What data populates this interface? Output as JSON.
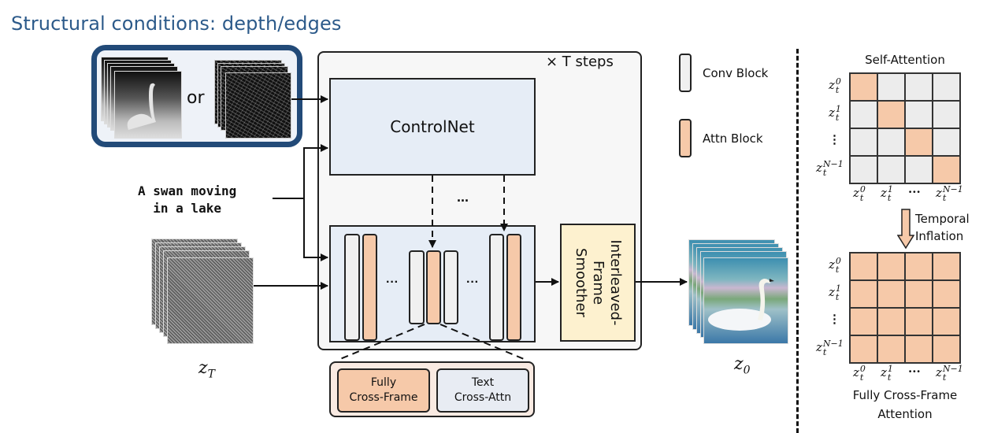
{
  "title": "Structural conditions: depth/edges",
  "conditions": {
    "or_label": "or",
    "depth_icon": "depth-map-stack",
    "edge_icon": "edge-map-stack"
  },
  "prompt": {
    "line1": "A swan moving",
    "line2": "in a lake"
  },
  "noise": {
    "label": "z",
    "subscript": "T"
  },
  "output": {
    "label": "z",
    "subscript": "0"
  },
  "main": {
    "steps_label": "× T  steps",
    "controlnet_label": "ControlNet",
    "dots": "...",
    "unet_dots_1": "···",
    "unet_dots_2": "···",
    "smoother_line1": "Interleaved-",
    "smoother_line2": "Frame",
    "smoother_line3": "Smoother"
  },
  "detail": {
    "left_line1": "Fully",
    "left_line2": "Cross-Frame",
    "right_line1": "Text",
    "right_line2": "Cross-Attn"
  },
  "legend": {
    "conv_label": "Conv Block",
    "attn_label": "Attn Block",
    "conv_color": "#f0f0f0",
    "attn_color": "#f6c9a9"
  },
  "self_attention": {
    "title": "Self-Attention",
    "row_labels": [
      {
        "base": "z",
        "sub": "t",
        "sup": "0"
      },
      {
        "base": "z",
        "sub": "t",
        "sup": "1"
      },
      {
        "base": "⋮",
        "sub": "",
        "sup": ""
      },
      {
        "base": "z",
        "sub": "t",
        "sup": "N−1"
      }
    ],
    "col_labels": [
      {
        "base": "z",
        "sub": "t",
        "sup": "0"
      },
      {
        "base": "z",
        "sub": "t",
        "sup": "1"
      },
      {
        "base": "···",
        "sub": "",
        "sup": ""
      },
      {
        "base": "z",
        "sub": "t",
        "sup": "N−1"
      }
    ],
    "matrix": [
      [
        1,
        0,
        0,
        0
      ],
      [
        0,
        1,
        0,
        0
      ],
      [
        0,
        0,
        1,
        0
      ],
      [
        0,
        0,
        0,
        1
      ]
    ]
  },
  "inflation": {
    "line1": "Temporal",
    "line2": "Inflation"
  },
  "cross_frame": {
    "title_line1": "Fully Cross-Frame",
    "title_line2": "Attention",
    "matrix": [
      [
        1,
        1,
        1,
        1
      ],
      [
        1,
        1,
        1,
        1
      ],
      [
        1,
        1,
        1,
        1
      ],
      [
        1,
        1,
        1,
        1
      ]
    ]
  },
  "colors": {
    "accent_blue": "#224a78",
    "title_blue": "#2c5a8a",
    "attn_orange": "#f6c9a9",
    "smoother_yellow": "#fdf1cf",
    "panel_blue": "#e6edf6"
  }
}
